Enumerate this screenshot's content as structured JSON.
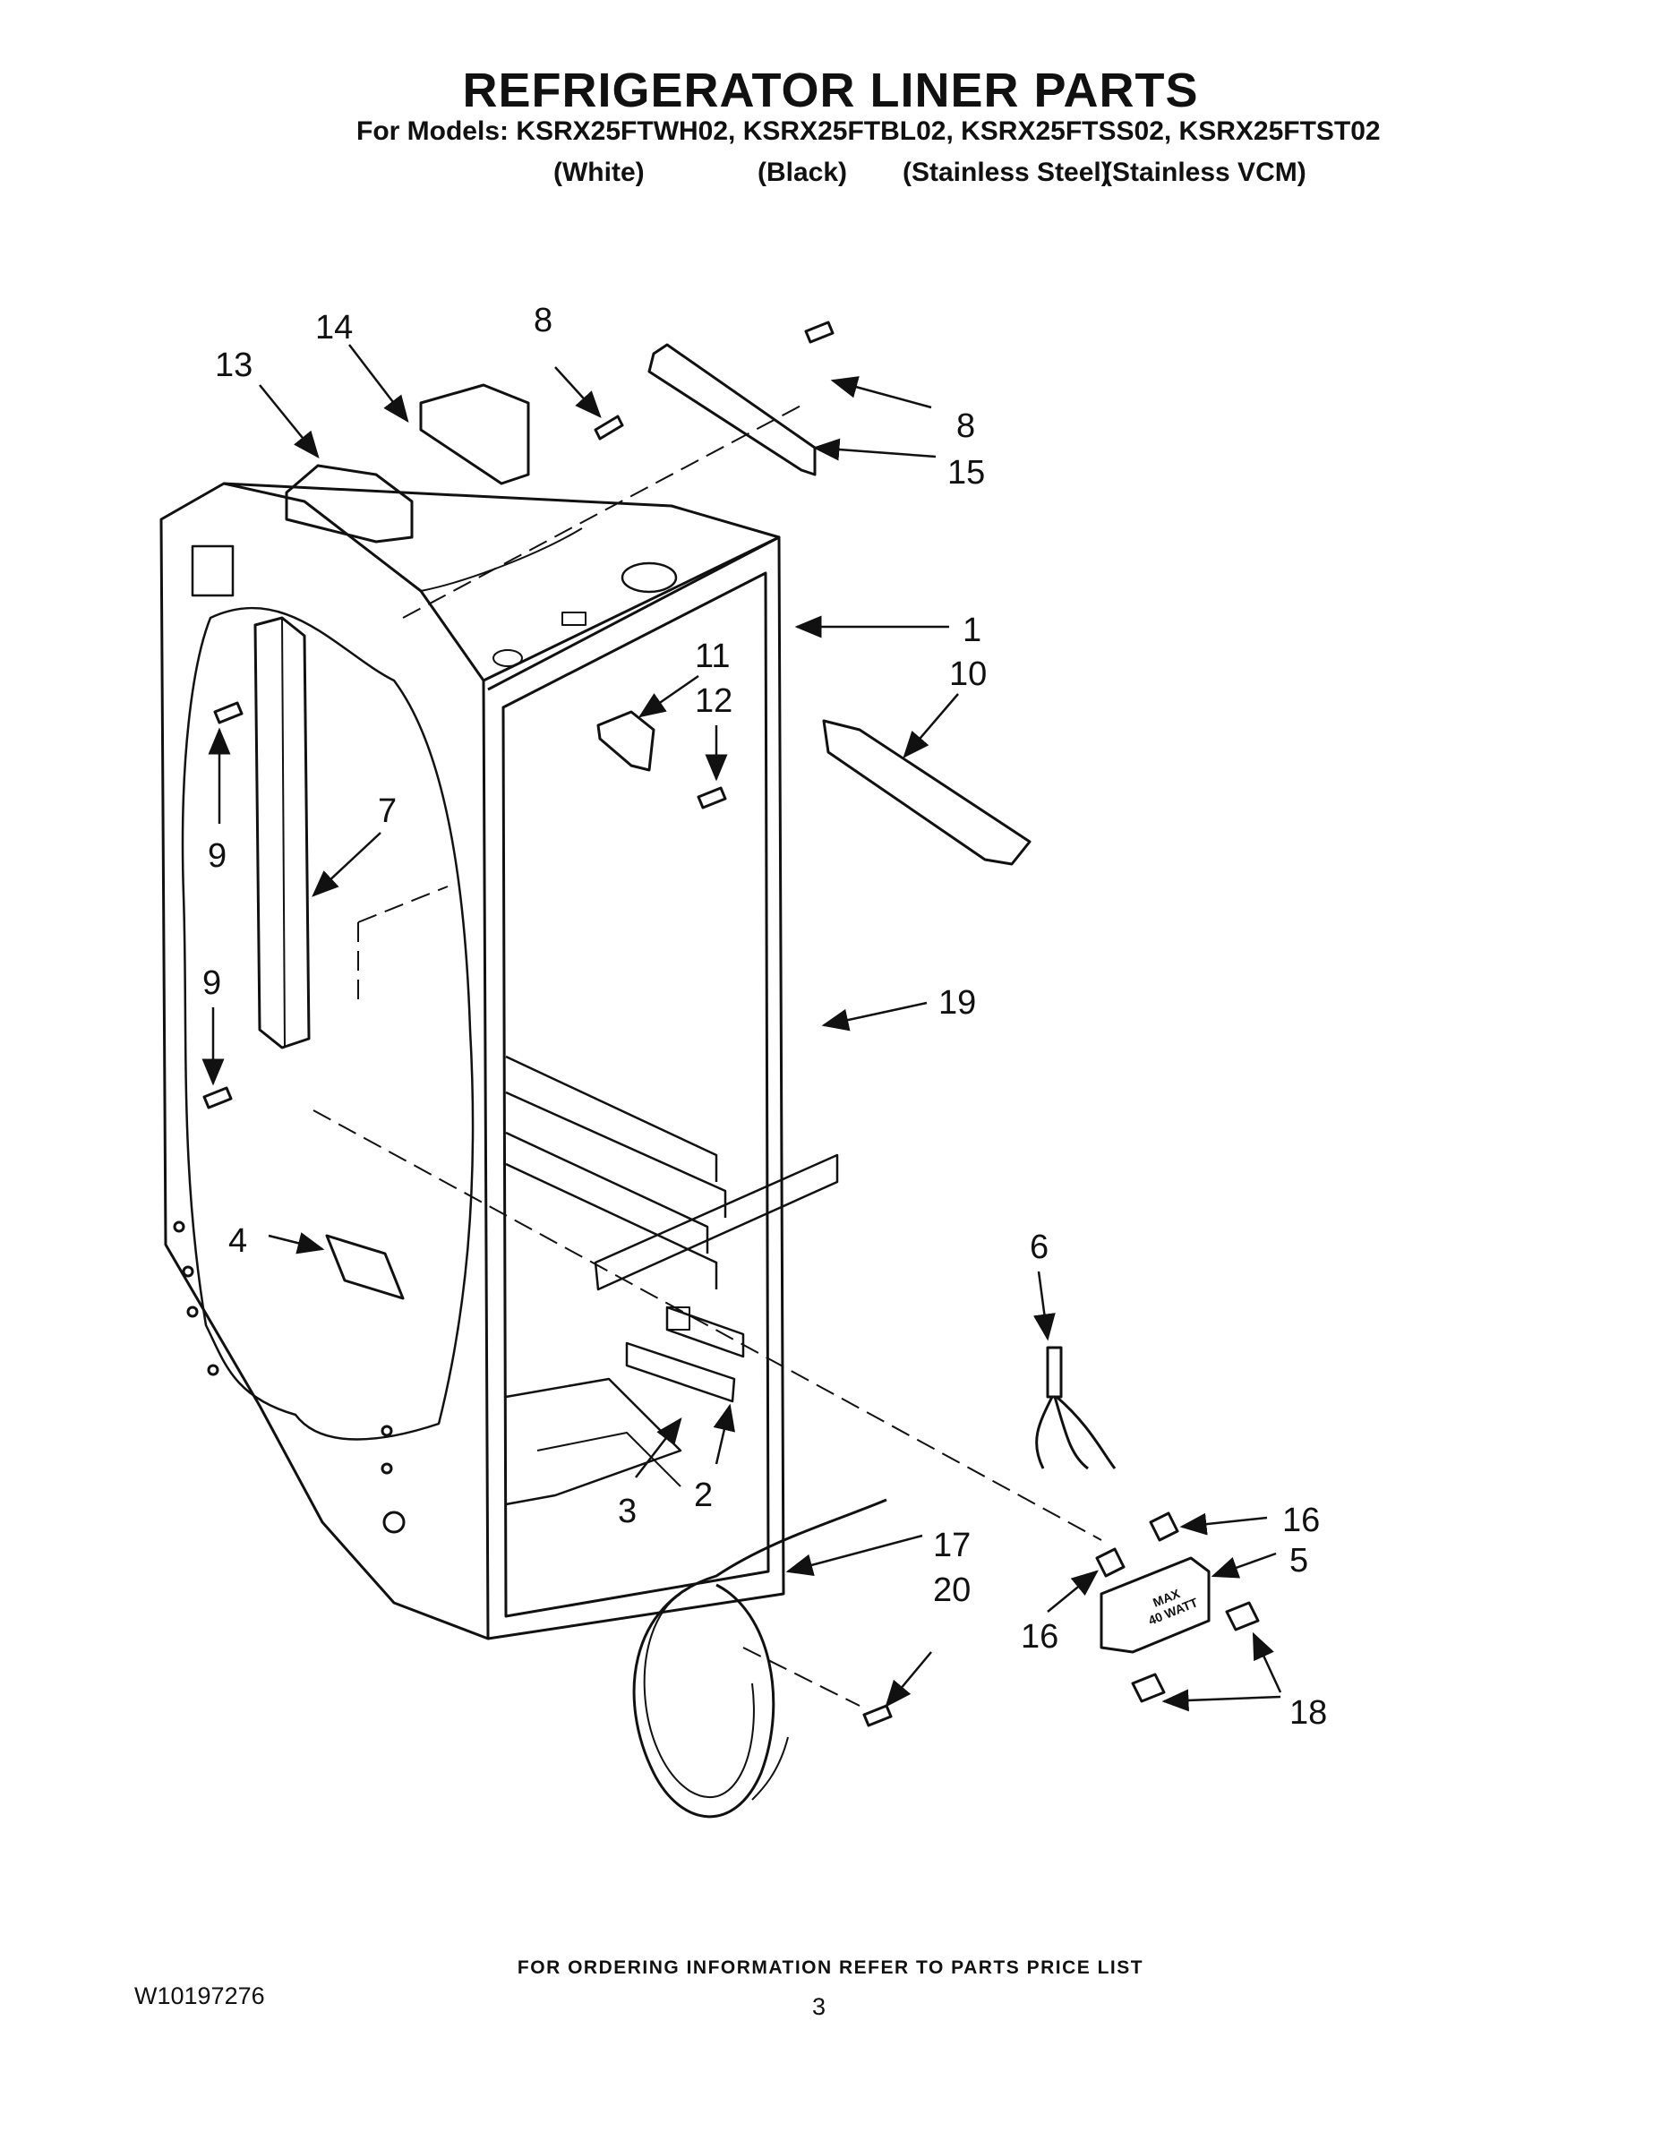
{
  "header": {
    "title": "REFRIGERATOR LINER PARTS",
    "models_line": "For Models: KSRX25FTWH02, KSRX25FTBL02, KSRX25FTSS02, KSRX25FTST02",
    "variants": [
      "(White)",
      "(Black)",
      "(Stainless Steel)",
      "(Stainless VCM)"
    ]
  },
  "diagram": {
    "callouts": [
      "14",
      "13",
      "8",
      "8",
      "15",
      "1",
      "11",
      "12",
      "10",
      "7",
      "9",
      "9",
      "19",
      "4",
      "6",
      "16",
      "5",
      "16",
      "3",
      "2",
      "17",
      "20",
      "18"
    ],
    "lamp_housing_label": [
      "MAX",
      "40 WATT"
    ]
  },
  "footer": {
    "ordering_note": "FOR ORDERING INFORMATION REFER TO PARTS PRICE LIST",
    "doc_number": "W10197276",
    "page_number": "3"
  }
}
